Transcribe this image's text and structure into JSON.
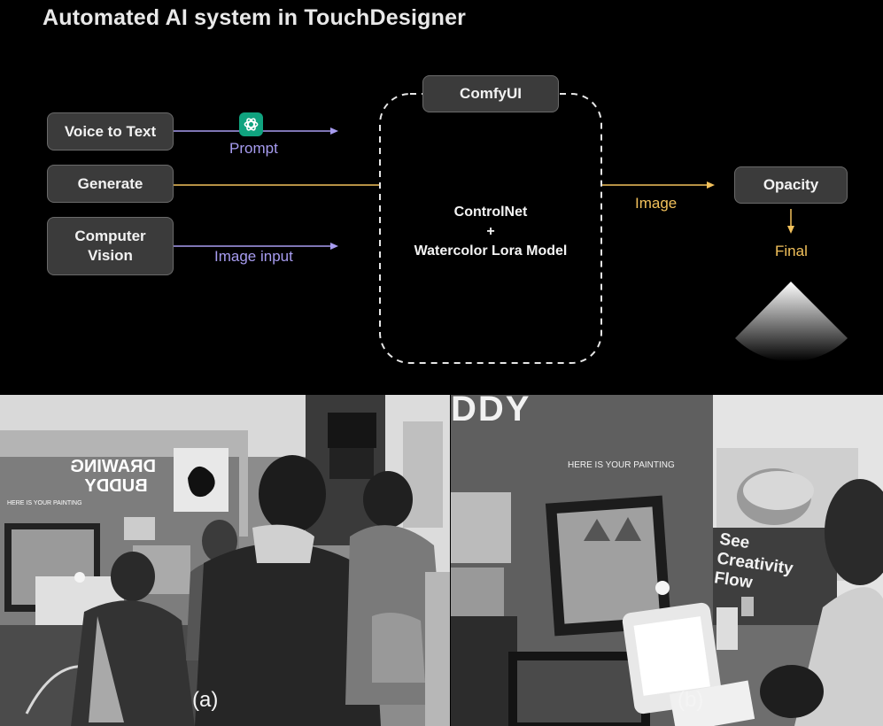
{
  "title": "Automated AI system in TouchDesigner",
  "inputs": {
    "voice_to_text": "Voice to Text",
    "generate": "Generate",
    "computer_vision_line1": "Computer",
    "computer_vision_line2": "Vision"
  },
  "edges": {
    "prompt": "Prompt",
    "image_input": "Image input",
    "image": "Image",
    "final": "Final"
  },
  "comfyui": {
    "label": "ComfyUI",
    "line1": "ControlNet",
    "line2": "+",
    "line3": "Watercolor Lora Model"
  },
  "opacity": "Opacity",
  "photos": {
    "caption_a": "(a)",
    "caption_b": "(b)",
    "poster_title": "DRAWING BUDDY",
    "painting_label_a": "HERE IS YOUR PAINTING",
    "painting_label_b": "HERE IS YOUR PAINTING",
    "wall_text_b": "DDY",
    "see_creativity_flow": "See Creativity Flow"
  },
  "colors": {
    "purple": "#a79cf0",
    "yellow": "#f2c15b",
    "box_fill": "#3b3b3b",
    "chatgpt_green": "#10a37f"
  },
  "icons": [
    "chatgpt-icon",
    "arrow-right-icon",
    "arrow-down-icon"
  ]
}
